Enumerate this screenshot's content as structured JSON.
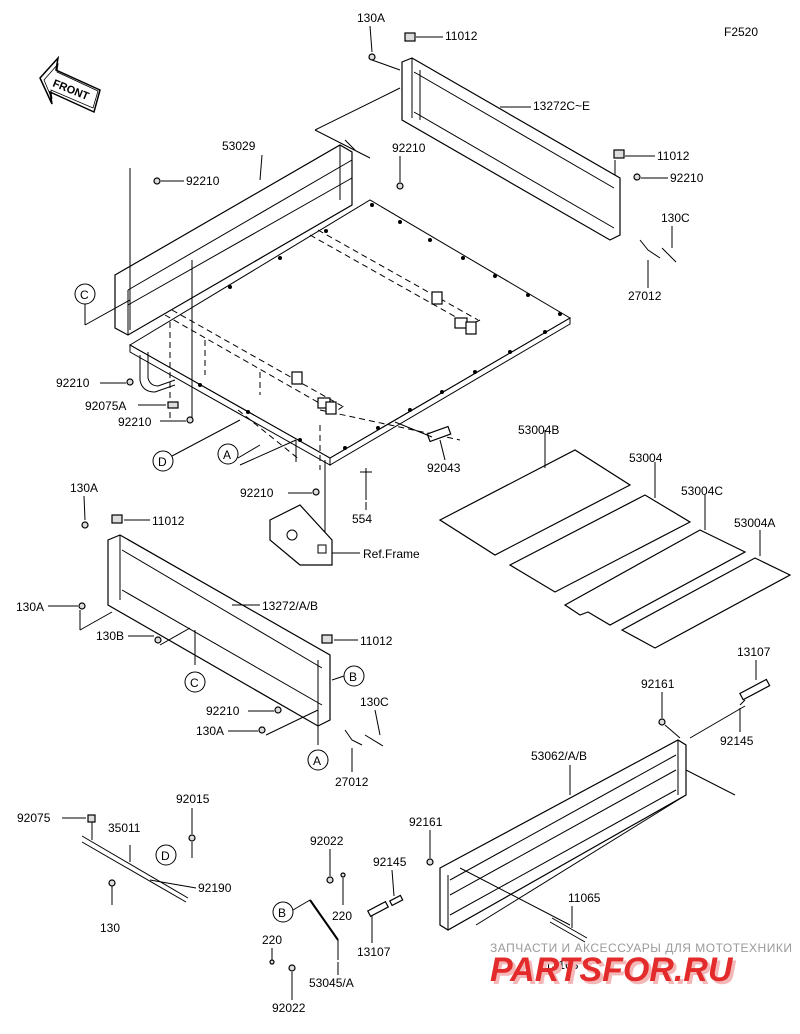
{
  "figure_code": "F2520",
  "front_label": "FRONT",
  "callouts": {
    "c_130A_top": "130A",
    "c_11012_top": "11012",
    "c_13272CE": "13272C~E",
    "c_53029": "53029",
    "c_92210_a": "92210",
    "c_92210_b": "92210",
    "c_11012_r": "11012",
    "c_92210_r": "92210",
    "c_130C_r": "130C",
    "c_27012_r": "27012",
    "c_C_1": "C",
    "c_92210_c": "92210",
    "c_92075A": "92075A",
    "c_92210_d": "92210",
    "c_D_1": "D",
    "c_A_1": "A",
    "c_92210_e": "92210",
    "c_92043": "92043",
    "c_554": "554",
    "c_ref_frame": "Ref.Frame",
    "c_53004B": "53004B",
    "c_53004": "53004",
    "c_53004C": "53004C",
    "c_53004A": "53004A",
    "c_130A_l": "130A",
    "c_11012_l": "11012",
    "c_13272AB": "13272/A/B",
    "c_130A_l2": "130A",
    "c_130B": "130B",
    "c_11012_l2": "11012",
    "c_B_1": "B",
    "c_C_2": "C",
    "c_130C_l": "130C",
    "c_92210_f": "92210",
    "c_130A_l3": "130A",
    "c_A_2": "A",
    "c_27012_l": "27012",
    "c_13107_r": "13107",
    "c_92161_r": "92161",
    "c_92145_r": "92145",
    "c_53062AB": "53062/A/B",
    "c_92075": "92075",
    "c_92015": "92015",
    "c_35011": "35011",
    "c_D_2": "D",
    "c_92190": "92190",
    "c_130": "130",
    "c_92022_a": "92022",
    "c_92161_b": "92161",
    "c_92145_b": "92145",
    "c_B_2": "B",
    "c_220_a": "220",
    "c_11065": "11065",
    "c_220_b": "220",
    "c_13107_b": "13107",
    "c_13168": "13168",
    "c_53045A": "53045/A",
    "c_92022_b": "92022"
  },
  "watermark": {
    "tagline": "ЗАПЧАСТИ И АКСЕССУАРЫ ДЛЯ МОТОТЕХНИКИ",
    "brand": "PARTSFOR.RU"
  }
}
